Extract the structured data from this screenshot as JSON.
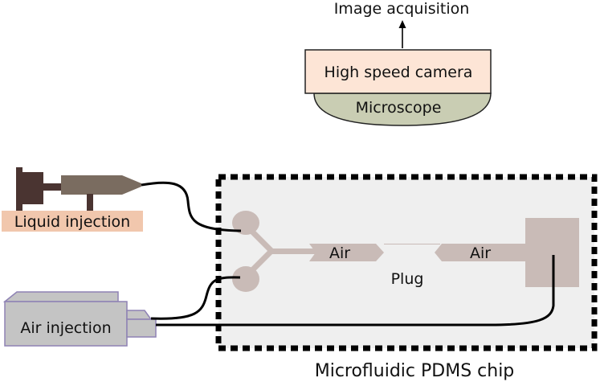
{
  "imaging": {
    "output_label": "Image acquisition",
    "camera_label": "High speed camera",
    "microscope_label": "Microscope"
  },
  "liquid": {
    "label": "Liquid injection"
  },
  "air_pump": {
    "label": "Air injection"
  },
  "chip": {
    "air_left_label": "Air",
    "air_right_label": "Air",
    "plug_label": "Plug",
    "caption": "Microfluidic PDMS chip"
  },
  "colors": {
    "camera_fill": "#fde5d6",
    "microscope_fill": "#c9cdb3",
    "syringe_dark": "#4a3431",
    "syringe_body": "#7a6c60",
    "liquid_label_bg": "#f1c7ad",
    "pump_fill": "#c4c4c4",
    "pump_stroke": "#8e82b4",
    "chip_bg": "#efefef",
    "channel": "#c9bbb7",
    "tubing": "#000000"
  },
  "icons": [
    "syringe-icon",
    "pump-icon",
    "arrow-up-icon"
  ]
}
